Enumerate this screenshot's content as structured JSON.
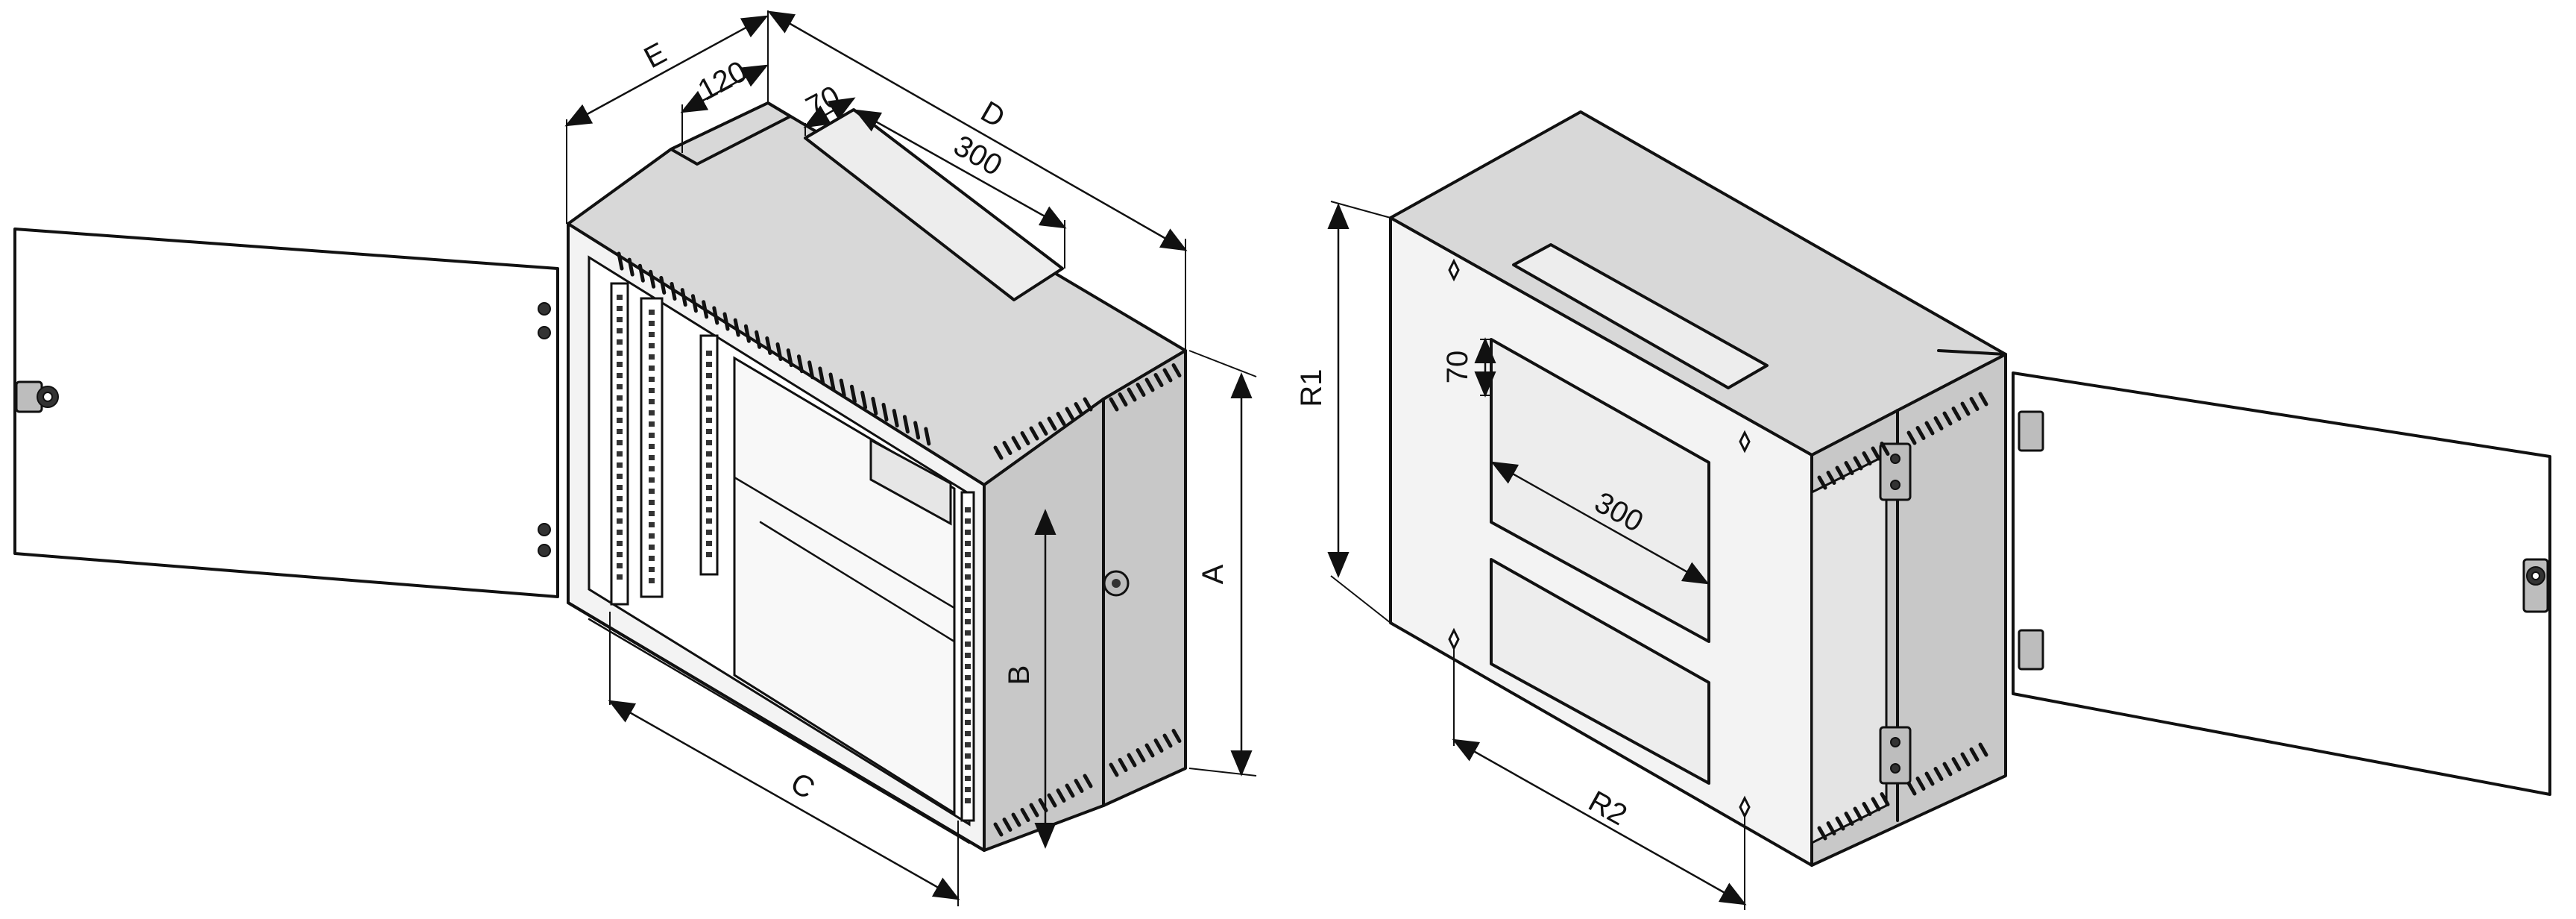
{
  "dimensions": {
    "left_view": {
      "E": "E",
      "depth_120": "120",
      "depth_70": "70",
      "D": "D",
      "slot_300": "300",
      "A": "A",
      "B": "B",
      "C": "C"
    },
    "right_view": {
      "R1": "R1",
      "slot_70": "70",
      "slot_300": "300",
      "R2": "R2"
    }
  },
  "colors": {
    "line": "#111111",
    "top_face": "#d8d8d8",
    "side_face": "#c8c8c8",
    "front_face": "#f3f3f3"
  }
}
